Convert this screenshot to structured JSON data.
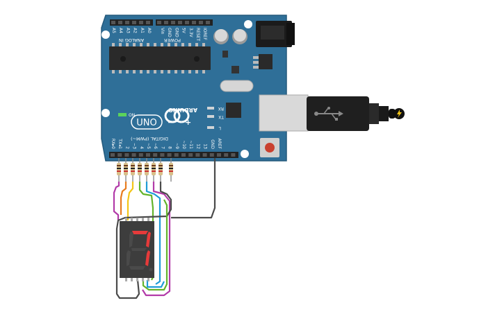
{
  "board": {
    "brand": "ARDUINO",
    "model": "UNO",
    "header_analog": "ANALOG IN",
    "header_power": "POWER",
    "header_digital": "DIGITAL (PWM~)",
    "on_label": "ON",
    "tx_label": "TX",
    "rx_label": "RX",
    "l_label": "L",
    "analog_pins": [
      "A5",
      "A4",
      "A3",
      "A2",
      "A1",
      "A0"
    ],
    "power_pins": [
      "Vin",
      "GND",
      "GND",
      "5V",
      "3.3V",
      "RESET",
      "IOREF"
    ],
    "digital_pins": [
      "RX▸0",
      "TX◂1",
      "2",
      "~3",
      "4",
      "~5",
      "~6",
      "7",
      "8",
      "~9",
      "~10",
      "~11",
      "12",
      "13",
      "GND",
      "AREF"
    ]
  },
  "display": {
    "shown_digit": "7"
  },
  "colors": {
    "board": "#2f6f98",
    "segment_on": "#e63a3a",
    "segment_off": "#4a4a4a",
    "wires": [
      "#b23aa8",
      "#e77b1e",
      "#f3c517",
      "#63b32a",
      "#1e9bd7",
      "#4a4a4a"
    ]
  },
  "icons": [
    "usb-icon",
    "power-plug-icon",
    "arduino-logo-icon"
  ]
}
